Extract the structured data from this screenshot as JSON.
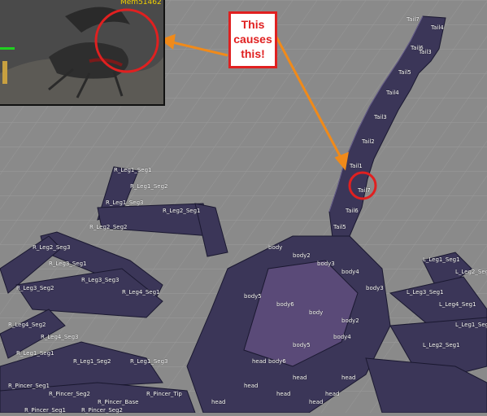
{
  "inset": {
    "readout": "Mem51462",
    "description_icon": "game-creature-preview"
  },
  "callout": {
    "line1": "This",
    "line2": "causes",
    "line3": "this!"
  },
  "labels": {
    "tail": [
      "Tail7",
      "Tail6",
      "Tail5",
      "Tail4",
      "Tail3",
      "Tail2",
      "Tail1"
    ],
    "body": [
      "body",
      "body2",
      "body3",
      "body4",
      "body5",
      "body6"
    ],
    "head": [
      "head"
    ],
    "rleg": [
      "R_Leg1_Seg1",
      "R_Leg1_Seg2",
      "R_Leg1_Seg3",
      "R_Leg2_Seg1",
      "R_Leg2_Seg2",
      "R_Leg2_Seg3",
      "R_Leg3_Seg1",
      "R_Leg3_Seg2",
      "R_Leg3_Seg3",
      "R_Leg4_Seg1",
      "R_Leg4_Seg2",
      "R_Leg4_Seg3"
    ],
    "lleg": [
      "L_Leg1_Seg1",
      "L_Leg2_Seg1",
      "L_Leg3_Seg1",
      "L_Leg4_Seg1"
    ],
    "pincer": [
      "R_Pincer_Seg1",
      "R_Pincer_Seg2",
      "R_Pincer_Base",
      "R_Pincer_Tip"
    ]
  },
  "colors": {
    "background": "#8a8a8a",
    "mesh": "#3b3658",
    "mesh_edge": "#1a1830",
    "highlight": "#e02020",
    "arrow": "#f08a1a"
  }
}
